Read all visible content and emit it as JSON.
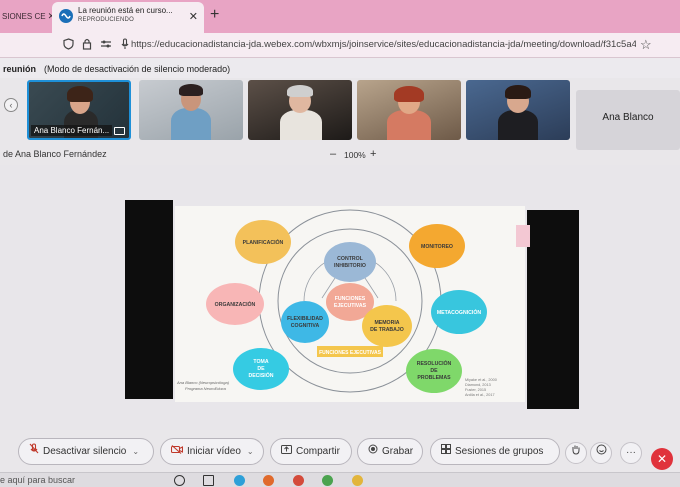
{
  "browser": {
    "prev_tab_label": "SIONES CE",
    "prev_tab_close": "✕",
    "tab_title": "La reunión está en curso...",
    "tab_subtitle": "REPRODUCIENDO",
    "tab_close": "✕",
    "new_tab": "+",
    "url": "https://educacionadistancia-jda.webex.com/wbxmjs/joinservice/sites/educacionadistancia-jda/meeting/download/f31c5a41e3",
    "star_icon": "☆"
  },
  "meeting": {
    "title": "reunión",
    "mode": "(Modo de desactivación de silencio moderado)"
  },
  "participants": {
    "prev_icon": "‹",
    "active_name": "Ana Blanco Fernán...",
    "name_tile": "Ana Blanco"
  },
  "share": {
    "shared_by": "de Ana Blanco Fernández",
    "zoom_minus": "–",
    "zoom": "100%",
    "zoom_plus": "+"
  },
  "slide": {
    "outer": [
      "PLANIFICACIÓN",
      "MONITOREO",
      "ORGANIZACIÓN",
      "METACOGNICIÓN",
      "TOMA",
      "DE",
      "DECISIÓN",
      "RESOLUCIÓN",
      "DE",
      "PROBLEMAS"
    ],
    "inner": [
      "CONTROL",
      "INHIBITORIO",
      "FLEXIBILIDAD",
      "COGNITIVA",
      "MEMORIA",
      "DE TRABAJO",
      "FUNCIONES",
      "EJECUTIVAS"
    ],
    "band": "FUNCIONES EJECUTIVAS",
    "author": "Ana Blanco (Neuropsicóloga)",
    "program": "Programa NeuroEduca",
    "refs": [
      "Miyake et al., 2000",
      "Diamond, 2013",
      "Fuster, 2015",
      "Ardila et al., 2017"
    ]
  },
  "controls": {
    "mute": "Desactivar silencio",
    "video": "Iniciar vídeo",
    "share": "Compartir",
    "record": "Grabar",
    "breakout": "Sesiones de grupos",
    "caret": "⌄",
    "more": "···",
    "leave": "✕"
  },
  "taskbar": {
    "search_placeholder": "e aquí para buscar"
  }
}
